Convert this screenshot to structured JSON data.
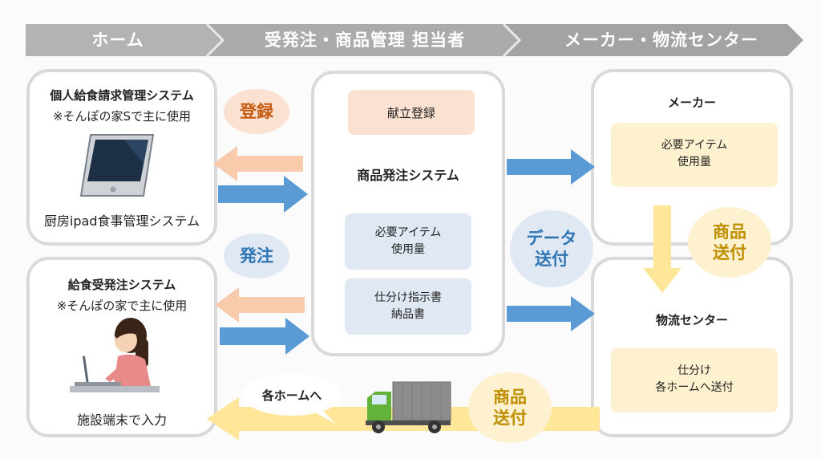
{
  "header": {
    "home": "ホーム",
    "staff": "受発注・商品管理 担当者",
    "maker_logistics": "メーカー・物流センター"
  },
  "left_top_card": {
    "title": "個人給食請求管理システム",
    "note": "※そんぽの家Sで主に使用",
    "device_label": "厨房ipad食事管理システム"
  },
  "left_bottom_card": {
    "title": "給食受発注システム",
    "note": "※そんぽの家で主に使用",
    "device_label": "施設端末で入力"
  },
  "bubbles": {
    "register": "登録",
    "order": "発注",
    "data_send": "データ\n送付",
    "goods_send_right": "商品\n送付",
    "goods_send_bottom": "商品\n送付",
    "to_each_home": "各ホームへ"
  },
  "center_card": {
    "menu_register": "献立登録",
    "system_title": "商品発注システム",
    "required_items": "必要アイテム\n使用量",
    "sorting_docs": "仕分け指示書\n納品書"
  },
  "maker_card": {
    "title": "メーカー",
    "items": "必要アイテム\n使用量"
  },
  "logistics_card": {
    "title": "物流センター",
    "items": "仕分け\n各ホームへ送付"
  },
  "colors": {
    "header_gray": "#a9a9a9",
    "card_border": "#d9d9d9",
    "peach": "#f8cbad",
    "peach_light": "#fbe1d2",
    "blue_arrow": "#5b9bd5",
    "blue_light": "#dfe8f3",
    "yellow_arrow": "#ffe699",
    "yellow_light": "#fdf1cf",
    "orange_text": "#c55a11",
    "blue_text": "#2f75b5",
    "gold_text": "#bf8f00"
  }
}
